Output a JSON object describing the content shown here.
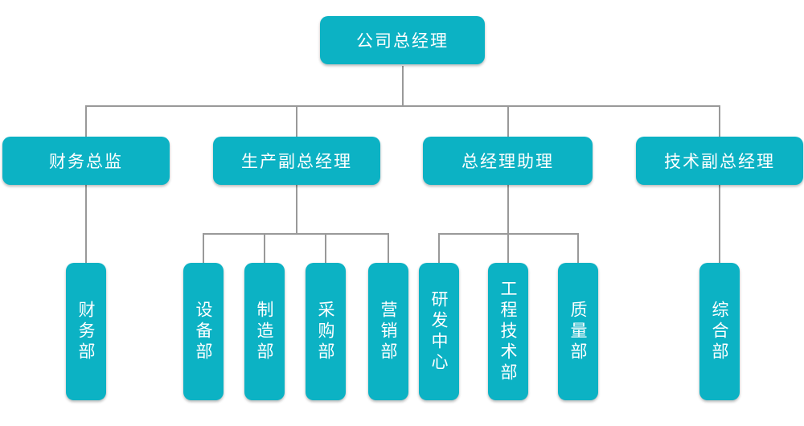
{
  "org_chart": {
    "type": "org-chart",
    "colors": {
      "node_fill": "#0cb2c4",
      "node_text": "#ffffff",
      "connector": "#999999",
      "background": "#ffffff"
    },
    "nodes": {
      "ceo": {
        "label": "公司总经理",
        "level": 1
      },
      "finance_director": {
        "label": "财务总监",
        "level": 2
      },
      "production_vp": {
        "label": "生产副总经理",
        "level": 2
      },
      "gm_assistant": {
        "label": "总经理助理",
        "level": 2
      },
      "technology_vp": {
        "label": "技术副总经理",
        "level": 2
      },
      "finance_dept": {
        "label": "财务部",
        "level": 3
      },
      "equipment_dept": {
        "label": "设备部",
        "level": 3
      },
      "manufacturing_dept": {
        "label": "制造部",
        "level": 3
      },
      "purchasing_dept": {
        "label": "采购部",
        "level": 3
      },
      "marketing_dept": {
        "label": "营销部",
        "level": 3
      },
      "rnd_center": {
        "label": "研发中心",
        "level": 3
      },
      "engineering_tech_dept": {
        "label": "工程技术部",
        "level": 3
      },
      "quality_dept": {
        "label": "质量部",
        "level": 3
      },
      "general_affairs_dept": {
        "label": "综合部",
        "level": 3
      }
    },
    "edges": [
      {
        "from": "公司总经理",
        "to": "财务总监"
      },
      {
        "from": "公司总经理",
        "to": "生产副总经理"
      },
      {
        "from": "公司总经理",
        "to": "总经理助理"
      },
      {
        "from": "公司总经理",
        "to": "技术副总经理"
      },
      {
        "from": "财务总监",
        "to": "财务部"
      },
      {
        "from": "生产副总经理",
        "to": "设备部"
      },
      {
        "from": "生产副总经理",
        "to": "制造部"
      },
      {
        "from": "生产副总经理",
        "to": "采购部"
      },
      {
        "from": "生产副总经理",
        "to": "营销部"
      },
      {
        "from": "总经理助理",
        "to": "研发中心"
      },
      {
        "from": "总经理助理",
        "to": "工程技术部"
      },
      {
        "from": "总经理助理",
        "to": "质量部"
      },
      {
        "from": "技术副总经理",
        "to": "综合部"
      }
    ]
  }
}
